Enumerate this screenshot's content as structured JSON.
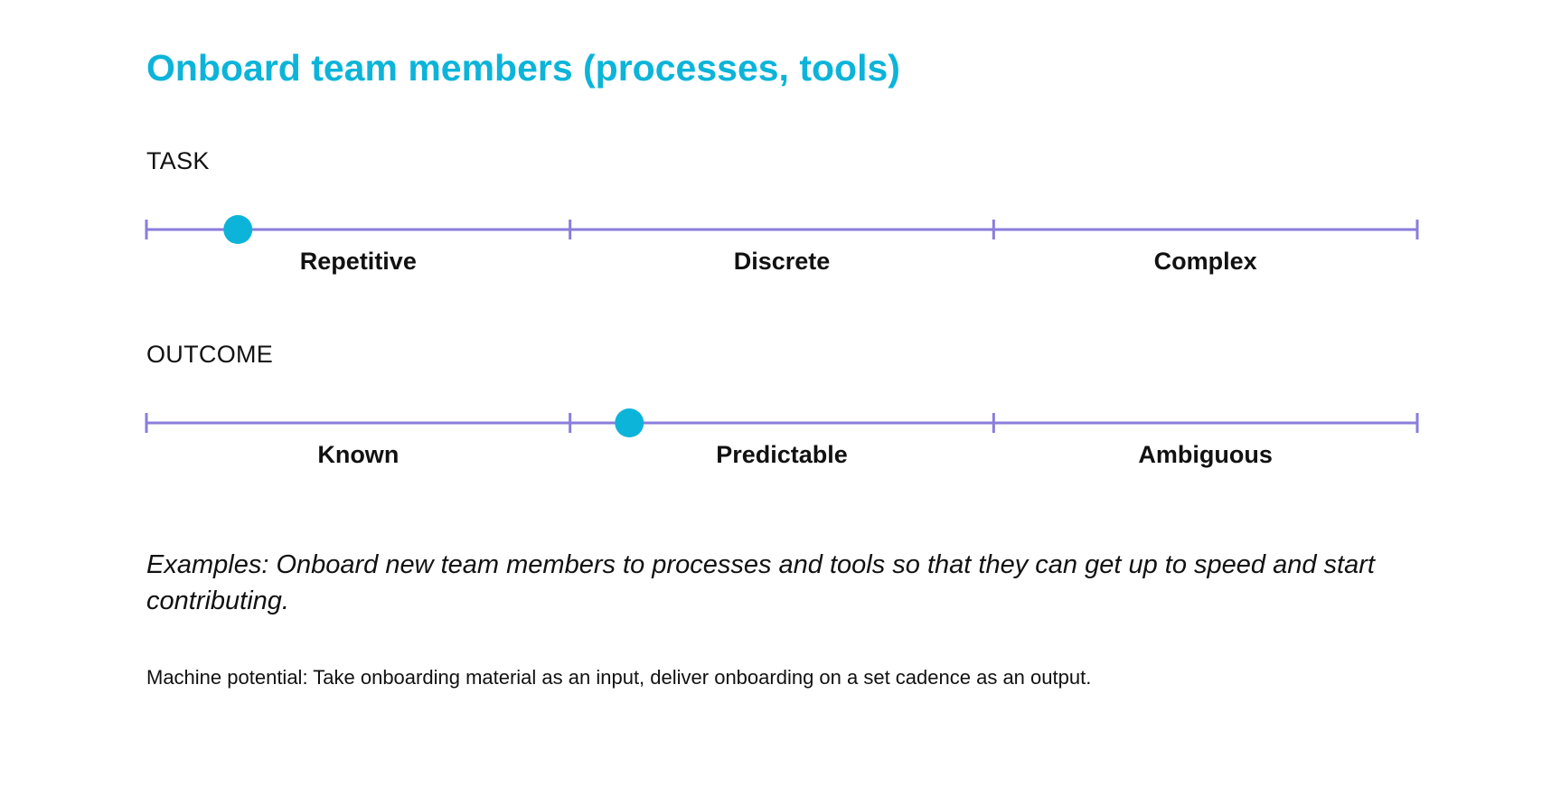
{
  "title": "Onboard team members (processes, tools)",
  "colors": {
    "title": "#0cb4d9",
    "scale_line": "#8a7ddb",
    "marker": "#0cb4d9",
    "text": "#111111"
  },
  "task": {
    "label": "TASK",
    "categories": [
      "Repetitive",
      "Discrete",
      "Complex"
    ],
    "marker_position": 0.072
  },
  "outcome": {
    "label": "OUTCOME",
    "categories": [
      "Known",
      "Predictable",
      "Ambiguous"
    ],
    "marker_position": 0.38
  },
  "examples": "Examples: Onboard new team members to processes and tools so that they can get up to speed and start contributing.",
  "machine_potential": "Machine potential: Take onboarding material as an input, deliver onboarding on a set cadence as an output."
}
